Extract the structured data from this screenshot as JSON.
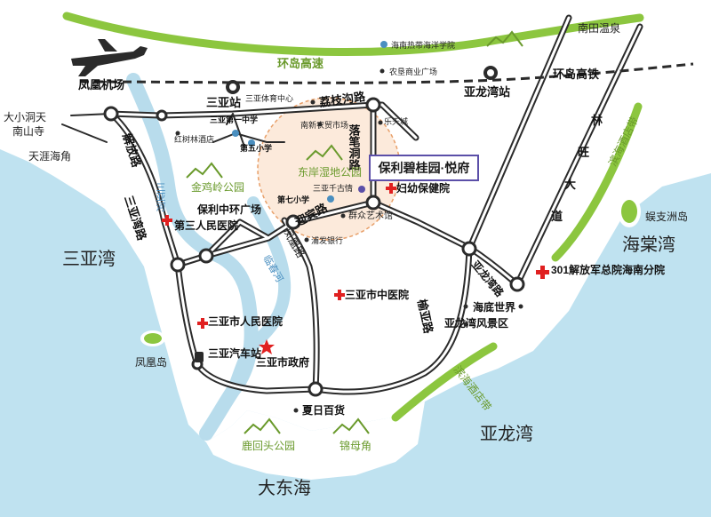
{
  "colors": {
    "sea": "#bfe2f0",
    "land": "#ffffff",
    "river": "#b8dcec",
    "green_band": "#8cc63f",
    "mountain": "#6a9a2c",
    "highlight_circle": "#fbe3cf",
    "highlight_border": "#e8a06a",
    "project_box_border": "#5b4fa8",
    "hospital": "#e02020"
  },
  "roads": {
    "huandao_gaosu": "环岛高速",
    "huandao_gaotie": "环岛高铁",
    "lizhigou": "荔枝沟路",
    "luobidong": "落笔洞路",
    "yingbin": "迎宾路",
    "fenghuang": "凤凰路",
    "jiefang": "解放路",
    "sanyawan": "三亚湾路",
    "yuya": "榆亚路",
    "lindaw": "林旺大道",
    "lindaw_chars": [
      "林",
      "旺",
      "大",
      "道"
    ],
    "yalongwan": "亚龙湾路"
  },
  "stations": {
    "airport": "凤凰机场",
    "sanya": "三亚站",
    "yalongwan": "亚龙湾站"
  },
  "water": {
    "sanya_bay": "三亚湾",
    "haitang_bay": "海棠湾",
    "yalong_bay": "亚龙湾",
    "dadonghai": "大东海",
    "sanya_river": "三亚河",
    "linchun_river": "临春河",
    "phoenix_island": "凤凰岛",
    "wuzhizhou": "蜈支洲岛"
  },
  "parks": {
    "dongan_wetland": "东岸湿地公园",
    "jinjiling": "金鸡岭公园",
    "luhuitou": "鹿回头公园",
    "jinmujiao": "锦母角"
  },
  "bands": {
    "binhai_north": "滨海酒店带",
    "binhai_south": "滨海酒店带"
  },
  "places": {
    "dadongtian": "大小洞天",
    "nanshan": "南山寺",
    "tianya": "天涯海角",
    "nantian": "南田温泉",
    "haida": "海南热带海洋学院",
    "nongken": "农垦商业广场",
    "tiyu": "三亚体育中心",
    "nanxin": "南新农贸市场",
    "letian": "乐天城",
    "diyizhongxue": "三亚第一中学",
    "hongshulin": "红树林酒店",
    "diwuxiaoxue": "第五小学",
    "baoli_zhonghuan": "保利中环广场",
    "disan_yiyuan": "第三人民医院",
    "diqi_xiaoxue": "第七小学",
    "qiangu": "三亚千古情",
    "fuyou": "妇幼保健院",
    "pufa": "浦发银行",
    "qunzhong": "群众艺术馆",
    "zhongyiyuan": "三亚市中医院",
    "renmin_yiyuan": "三亚市人民医院",
    "qichezhan": "三亚汽车站",
    "zhengfu": "三亚市政府",
    "xiari": "夏日百货",
    "haidi": "海底世界",
    "yalong_fengjing": "亚龙湾风景区",
    "yiyuan301": "301解放军总院海南分院"
  },
  "project": {
    "name": "保利碧桂园·悦府"
  },
  "icons": {
    "airplane": "airplane-icon",
    "station": "station-icon",
    "hospital": "hospital-cross-icon",
    "school": "school-icon",
    "government": "government-star-icon",
    "bus": "bus-icon",
    "location": "location-dot-icon"
  }
}
